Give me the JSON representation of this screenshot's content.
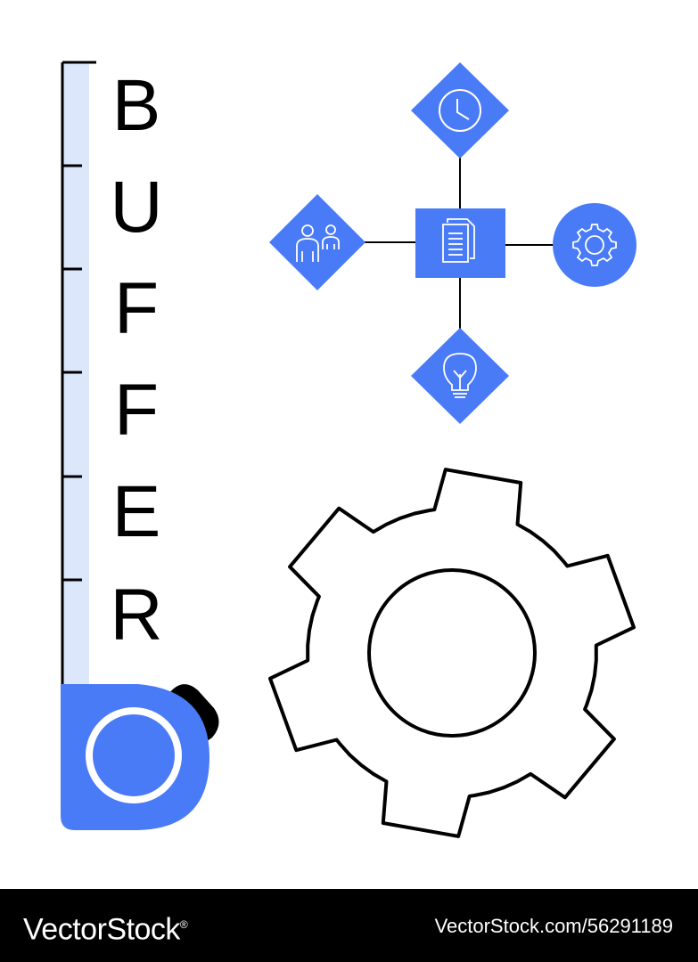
{
  "illustration": {
    "letters": [
      "B",
      "U",
      "F",
      "F",
      "E",
      "R"
    ],
    "accent_color": "#4a7bf7",
    "ruler_fill_color": "#dde7fb",
    "outline_color": "#000000",
    "icons": [
      "clock-icon",
      "document-icon",
      "people-icon",
      "gear-icon",
      "lightbulb-icon",
      "large-gear-icon",
      "tape-measure-icon"
    ]
  },
  "footer": {
    "brand": "VectorStock",
    "registered_mark": "®",
    "image_id": "VectorStock.com/56291189"
  }
}
